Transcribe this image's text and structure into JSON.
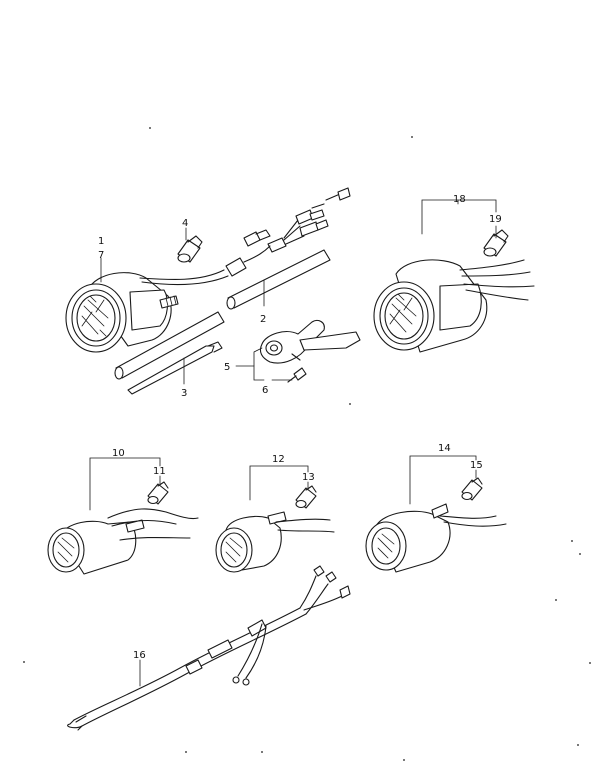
{
  "diagram": {
    "callouts": [
      {
        "id": "1",
        "text": "1"
      },
      {
        "id": "7",
        "text": "7"
      },
      {
        "id": "2",
        "text": "2"
      },
      {
        "id": "3",
        "text": "3"
      },
      {
        "id": "4",
        "text": "4"
      },
      {
        "id": "5",
        "text": "5"
      },
      {
        "id": "6",
        "text": "6"
      },
      {
        "id": "10",
        "text": "10"
      },
      {
        "id": "11",
        "text": "11"
      },
      {
        "id": "12",
        "text": "12"
      },
      {
        "id": "13",
        "text": "13"
      },
      {
        "id": "14",
        "text": "14"
      },
      {
        "id": "15",
        "text": "15"
      },
      {
        "id": "16",
        "text": "16"
      },
      {
        "id": "18",
        "text": "18"
      },
      {
        "id": "19",
        "text": "19"
      }
    ]
  }
}
